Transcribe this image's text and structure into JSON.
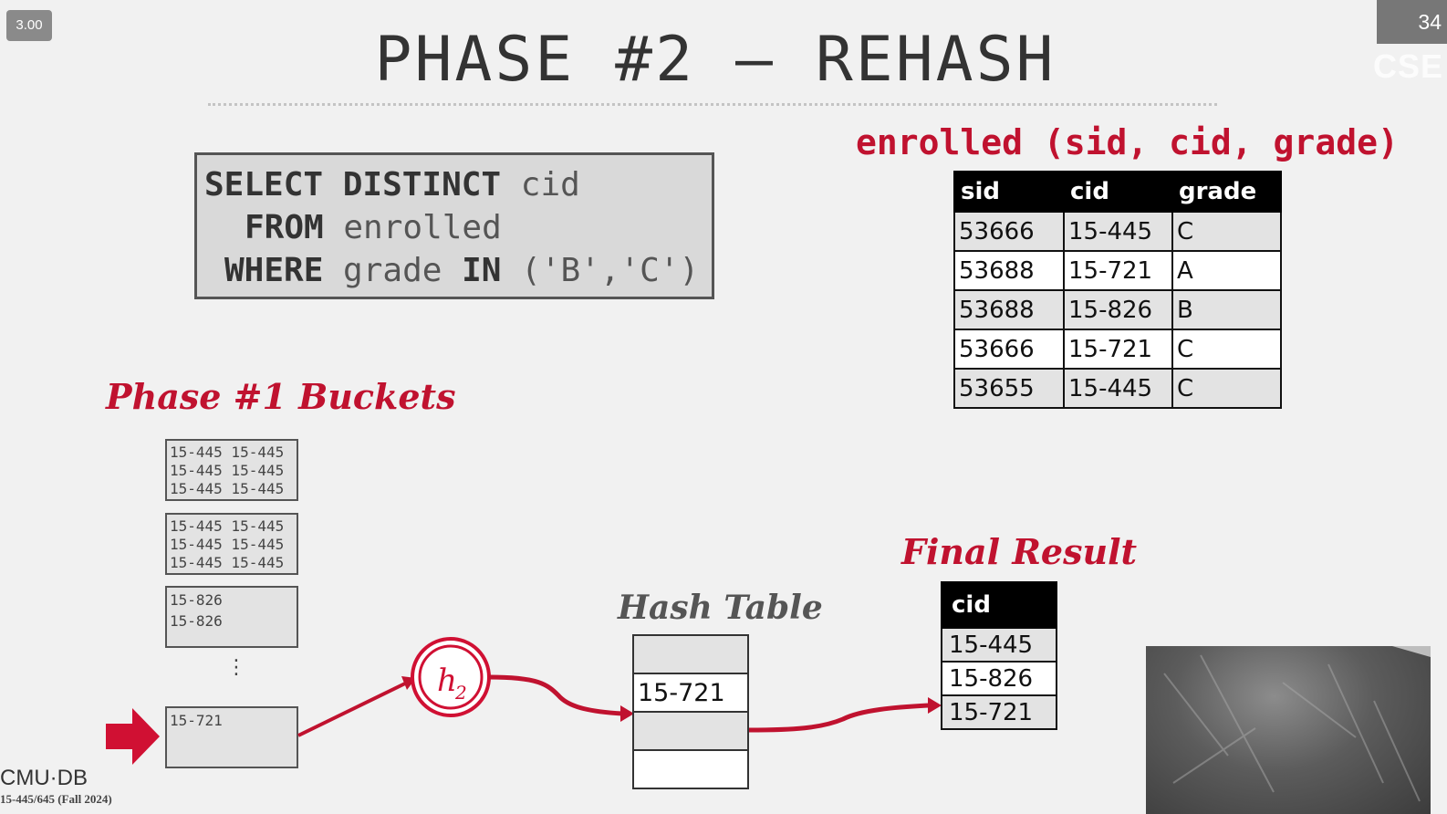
{
  "badge": {
    "speed": "3.00",
    "slide_number": "34",
    "corner_text": "CSE"
  },
  "title": "PHASE #2 – REHASH",
  "sql": {
    "line1_kw": "SELECT DISTINCT",
    "line1_rest": " cid",
    "line2_kw": "FROM",
    "line2_rest": " enrolled",
    "line3_kw": "WHERE",
    "line3_mid": " grade ",
    "line3_kw2": "IN",
    "line3_rest": " ('B','C')"
  },
  "schema": {
    "title": "enrolled (sid, cid, grade)",
    "columns": [
      "sid",
      "cid",
      "grade"
    ],
    "rows": [
      [
        "53666",
        "15-445",
        "C"
      ],
      [
        "53688",
        "15-721",
        "A"
      ],
      [
        "53688",
        "15-826",
        "B"
      ],
      [
        "53666",
        "15-721",
        "C"
      ],
      [
        "53655",
        "15-445",
        "C"
      ]
    ]
  },
  "phase1": {
    "label": "Phase #1 Buckets",
    "buckets": [
      [
        "15-445 15-445",
        "15-445 15-445",
        "15-445 15-445"
      ],
      [
        "15-445 15-445",
        "15-445 15-445",
        "15-445 15-445"
      ],
      [
        "15-826",
        "15-826"
      ],
      [
        "15-721"
      ]
    ],
    "ellipsis": "⋮"
  },
  "hash_fn": {
    "base": "h",
    "sub": "2"
  },
  "hash_table": {
    "label": "Hash Table",
    "cells": [
      "",
      "15-721",
      "",
      ""
    ]
  },
  "final": {
    "label": "Final Result",
    "column": "cid",
    "rows": [
      "15-445",
      "15-826",
      "15-721"
    ]
  },
  "footer": {
    "logo": "CMU·DB",
    "course": "15-445/645 (Fall 2024)"
  },
  "colors": {
    "accent": "#c0122f",
    "arrow": "#d01033"
  },
  "icons": [
    "current-bucket-arrow-icon",
    "hash-function-icon",
    "cmu-db-logo-icon"
  ]
}
